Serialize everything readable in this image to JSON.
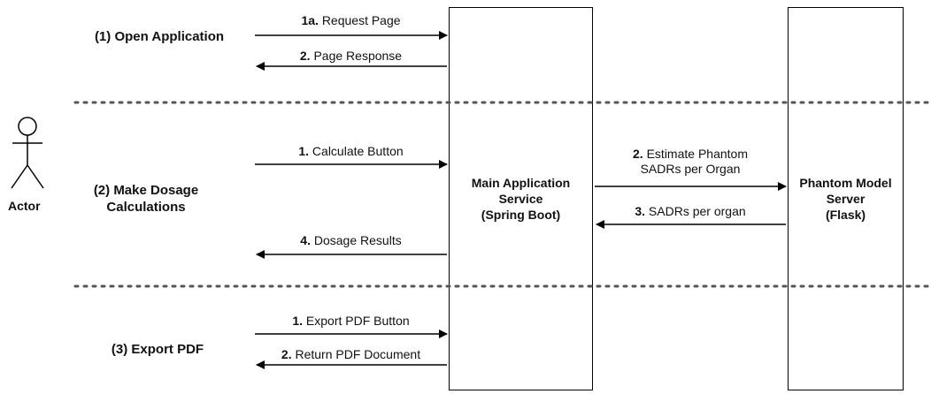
{
  "actor": {
    "label": "Actor"
  },
  "lifelines": {
    "main": {
      "lines": [
        "Main Application",
        "Service",
        "(Spring Boot)"
      ]
    },
    "phantom": {
      "lines": [
        "Phantom Model",
        "Server",
        "(Flask)"
      ]
    }
  },
  "phases": [
    {
      "lines": [
        "(1) Open Application"
      ]
    },
    {
      "lines": [
        "(2) Make Dosage",
        "Calculations"
      ]
    },
    {
      "lines": [
        "(3) Export PDF"
      ]
    }
  ],
  "messages": {
    "request_page": {
      "num": "1a.",
      "text": "Request Page"
    },
    "page_response": {
      "num": "2.",
      "text": "Page Response"
    },
    "calculate_button": {
      "num": "1.",
      "text": "Calculate Button"
    },
    "estimate_phantom": {
      "num": "2.",
      "line1": "Estimate Phantom",
      "line2": "SADRs per Organ"
    },
    "sadrs_per_organ": {
      "num": "3.",
      "text": "SADRs per organ"
    },
    "dosage_results": {
      "num": "4.",
      "text": "Dosage Results"
    },
    "export_pdf_button": {
      "num": "1.",
      "text": "Export PDF Button"
    },
    "return_pdf": {
      "num": "2.",
      "text": "Return PDF Document"
    }
  },
  "colors": {
    "stroke": "#000000",
    "text": "#111111",
    "background": "#ffffff"
  }
}
